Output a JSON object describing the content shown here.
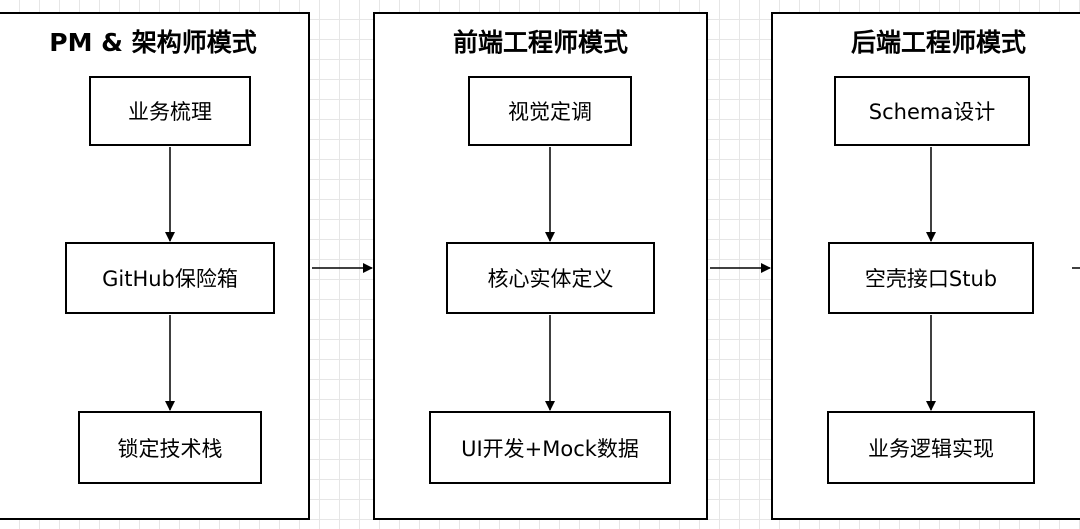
{
  "lanes": [
    {
      "title": "PM & 架构师模式",
      "nodes": [
        "业务梳理",
        "GitHub保险箱",
        "锁定技术栈"
      ]
    },
    {
      "title": "前端工程师模式",
      "nodes": [
        "视觉定调",
        "核心实体定义",
        "UI开发+Mock数据"
      ]
    },
    {
      "title": "后端工程师模式",
      "nodes": [
        "Schema设计",
        "空壳接口Stub",
        "业务逻辑实现"
      ]
    }
  ],
  "colors": {
    "line": "#000000",
    "grid": "#e6e6e6",
    "background": "#ffffff"
  }
}
